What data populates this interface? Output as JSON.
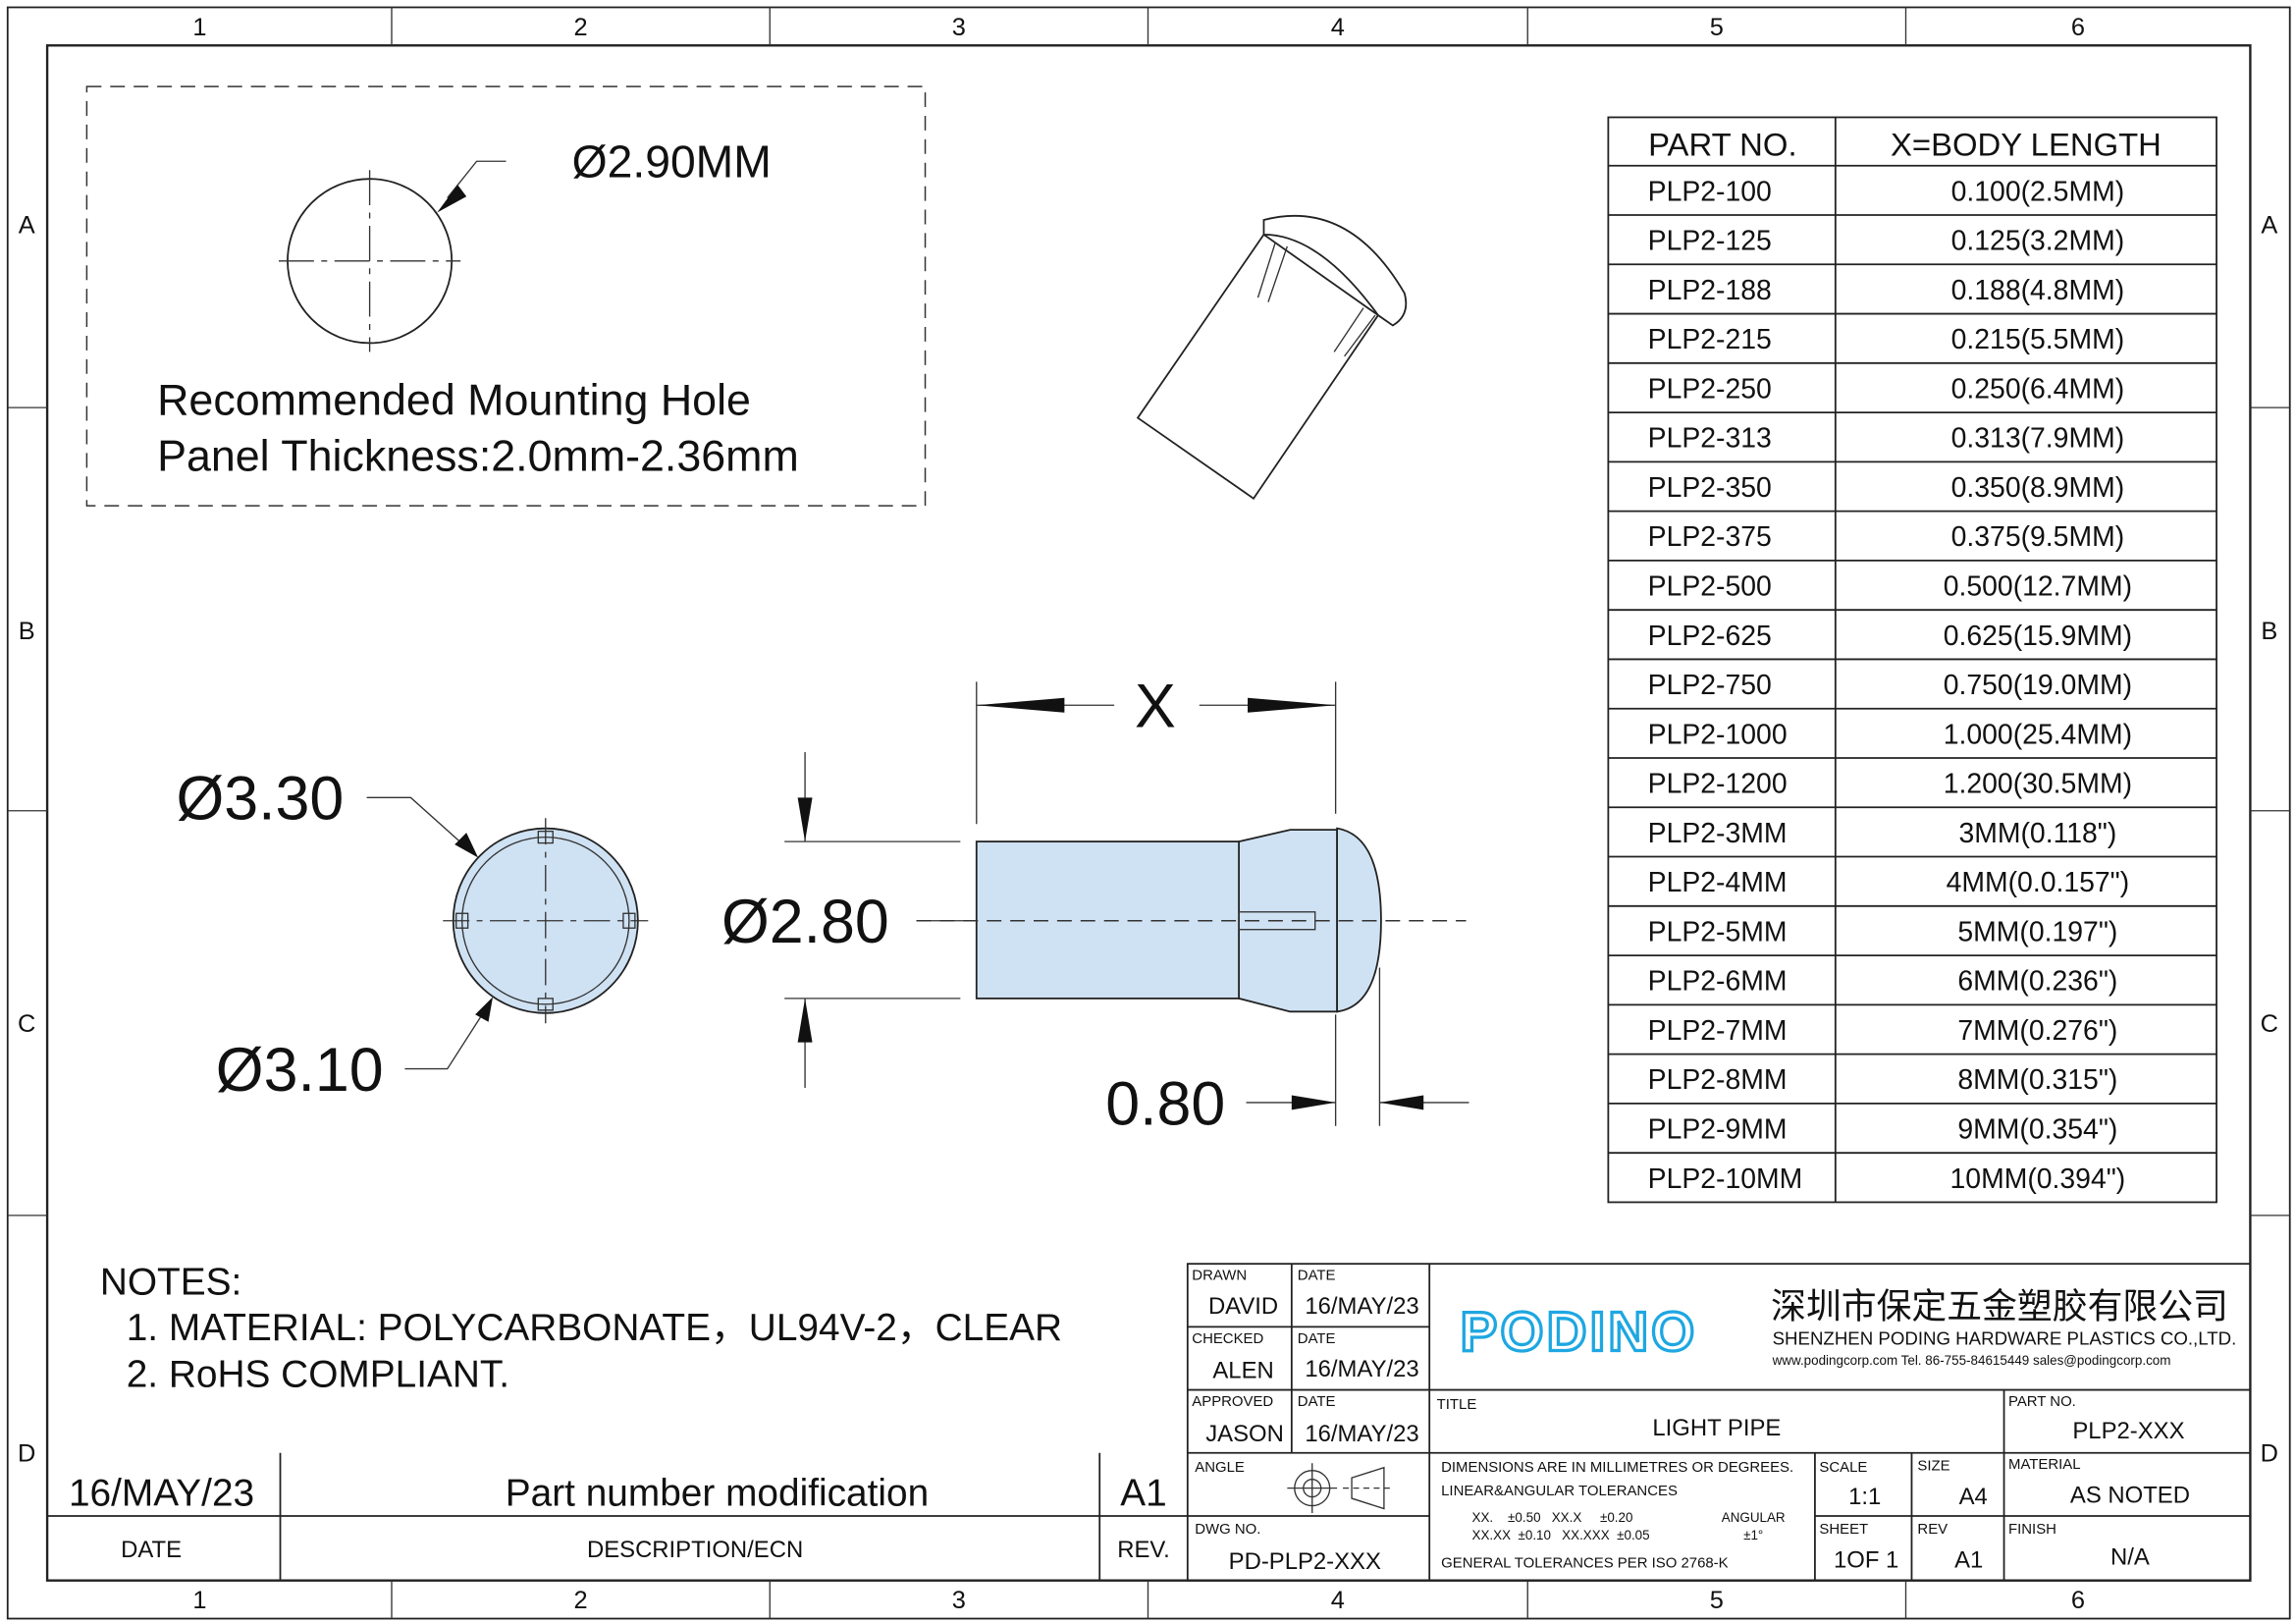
{
  "frame": {
    "columns": [
      "1",
      "2",
      "3",
      "4",
      "5",
      "6"
    ],
    "rows": [
      "A",
      "B",
      "C",
      "D"
    ]
  },
  "mounting_hole": {
    "diameter": "Ø2.90MM",
    "line1": "Recommended Mounting Hole",
    "line2": "Panel Thickness:2.0mm-2.36mm"
  },
  "dimensions": {
    "outer_dia": "Ø3.30",
    "inner_dia": "Ø3.10",
    "body_dia": "Ø2.80",
    "length": "X",
    "cap": "0.80"
  },
  "parts_table": {
    "headers": [
      "PART NO.",
      "X=BODY LENGTH"
    ],
    "rows": [
      [
        "PLP2-100",
        "0.100(2.5MM)"
      ],
      [
        "PLP2-125",
        "0.125(3.2MM)"
      ],
      [
        "PLP2-188",
        "0.188(4.8MM)"
      ],
      [
        "PLP2-215",
        "0.215(5.5MM)"
      ],
      [
        "PLP2-250",
        "0.250(6.4MM)"
      ],
      [
        "PLP2-313",
        "0.313(7.9MM)"
      ],
      [
        "PLP2-350",
        "0.350(8.9MM)"
      ],
      [
        "PLP2-375",
        "0.375(9.5MM)"
      ],
      [
        "PLP2-500",
        "0.500(12.7MM)"
      ],
      [
        "PLP2-625",
        "0.625(15.9MM)"
      ],
      [
        "PLP2-750",
        "0.750(19.0MM)"
      ],
      [
        "PLP2-1000",
        "1.000(25.4MM)"
      ],
      [
        "PLP2-1200",
        "1.200(30.5MM)"
      ],
      [
        "PLP2-3MM",
        "3MM(0.118\")"
      ],
      [
        "PLP2-4MM",
        "4MM(0.0.157\")"
      ],
      [
        "PLP2-5MM",
        "5MM(0.197\")"
      ],
      [
        "PLP2-6MM",
        "6MM(0.236\")"
      ],
      [
        "PLP2-7MM",
        "7MM(0.276\")"
      ],
      [
        "PLP2-8MM",
        "8MM(0.315\")"
      ],
      [
        "PLP2-9MM",
        "9MM(0.354\")"
      ],
      [
        "PLP2-10MM",
        "10MM(0.394\")"
      ]
    ]
  },
  "notes": {
    "title": "NOTES:",
    "items": [
      "1. MATERIAL: POLYCARBONATE，UL94V-2，CLEAR",
      "2. RoHS COMPLIANT."
    ]
  },
  "revision": {
    "date": "16/MAY/23",
    "description": "Part number modification",
    "rev": "A1",
    "date_header": "DATE",
    "description_header": "DESCRIPTION/ECN",
    "rev_header": "REV."
  },
  "title_block": {
    "drawn_label": "DRAWN",
    "drawn": "DAVID",
    "drawn_date_label": "DATE",
    "drawn_date": "16/MAY/23",
    "checked_label": "CHECKED",
    "checked": "ALEN",
    "checked_date_label": "DATE",
    "checked_date": "16/MAY/23",
    "approved_label": "APPROVED",
    "approved": "JASON",
    "approved_date_label": "DATE",
    "approved_date": "16/MAY/23",
    "angle_label": "ANGLE",
    "dwg_no_label": "DWG NO.",
    "dwg_no": "PD-PLP2-XXX",
    "logo": "PODINO",
    "company_cn": "深圳市保定五金塑胶有限公司",
    "company_en": "SHENZHEN PODING HARDWARE PLASTICS CO.,LTD.",
    "contact": "www.podingcorp.com   Tel. 86-755-84615449   sales@podingcorp.com",
    "title_label": "TITLE",
    "title": "LIGHT PIPE",
    "part_no_label": "PART NO.",
    "part_no": "PLP2-XXX",
    "tol_line1": "DIMENSIONS ARE IN MILLIMETRES OR DEGREES.",
    "tol_line2": "LINEAR&ANGULAR TOLERANCES",
    "tol_a": "XX.    ±0.50   XX.X     ±0.20",
    "tol_b": "XX.XX  ±0.10   XX.XXX  ±0.05",
    "tol_ang_label": "ANGULAR",
    "tol_ang": "±1°",
    "tol_line3": "GENERAL TOLERANCES PER ISO 2768-K",
    "scale_label": "SCALE",
    "scale": "1:1",
    "size_label": "SIZE",
    "size": "A4",
    "material_label": "MATERIAL",
    "material": "AS NOTED",
    "sheet_label": "SHEET",
    "sheet": "1OF 1",
    "rev_label": "REV",
    "rev": "A1",
    "finish_label": "FINISH",
    "finish": "N/A"
  },
  "colors": {
    "part_fill": "#cfe2f3",
    "logo": "#1ea7e1"
  }
}
